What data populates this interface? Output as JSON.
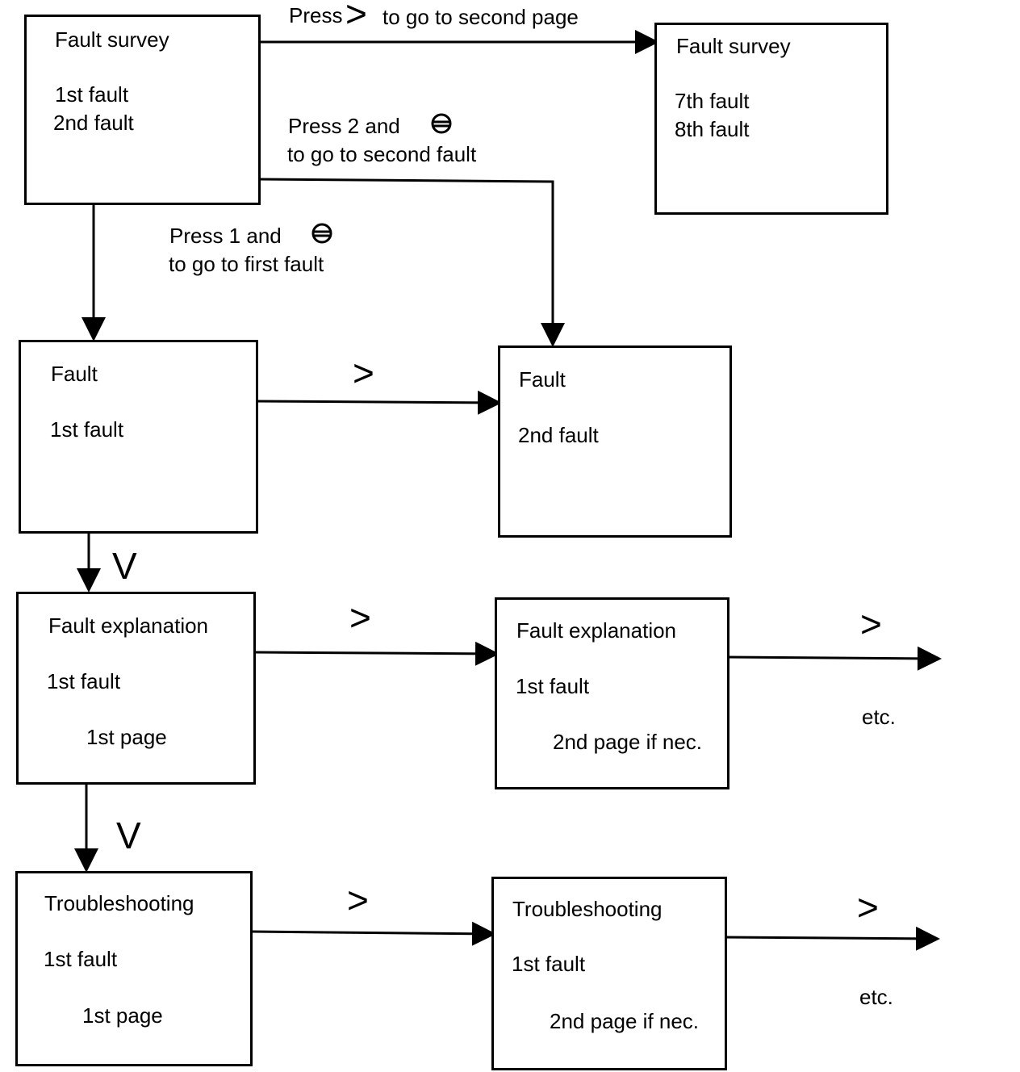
{
  "boxes": {
    "survey1": {
      "title": "Fault survey",
      "line1": "1st fault",
      "line2": "2nd fault"
    },
    "survey2": {
      "title": "Fault survey",
      "line1": "7th fault",
      "line2": "8th fault"
    },
    "fault1": {
      "title": "Fault",
      "line1": "1st fault"
    },
    "fault2": {
      "title": "Fault",
      "line1": "2nd fault"
    },
    "expl1": {
      "title": "Fault explanation",
      "line1": "1st fault",
      "line2": "1st page"
    },
    "expl2": {
      "title": "Fault explanation",
      "line1": "1st fault",
      "line2": "2nd page if nec."
    },
    "trouble1": {
      "title": "Troubleshooting",
      "line1": "1st fault",
      "line2": "1st page"
    },
    "trouble2": {
      "title": "Troubleshooting",
      "line1": "1st fault",
      "line2": "2nd page if nec."
    }
  },
  "labels": {
    "press_next_a": "Press",
    "press_next_sym": ">",
    "press_next_b": "to go to second page",
    "press2_a": "Press 2 and",
    "press2_b": "to go to second fault",
    "press1_a": "Press 1 and",
    "press1_b": "to go to first fault",
    "next_sym": ">",
    "down_sym": "V",
    "etc": "etc."
  }
}
